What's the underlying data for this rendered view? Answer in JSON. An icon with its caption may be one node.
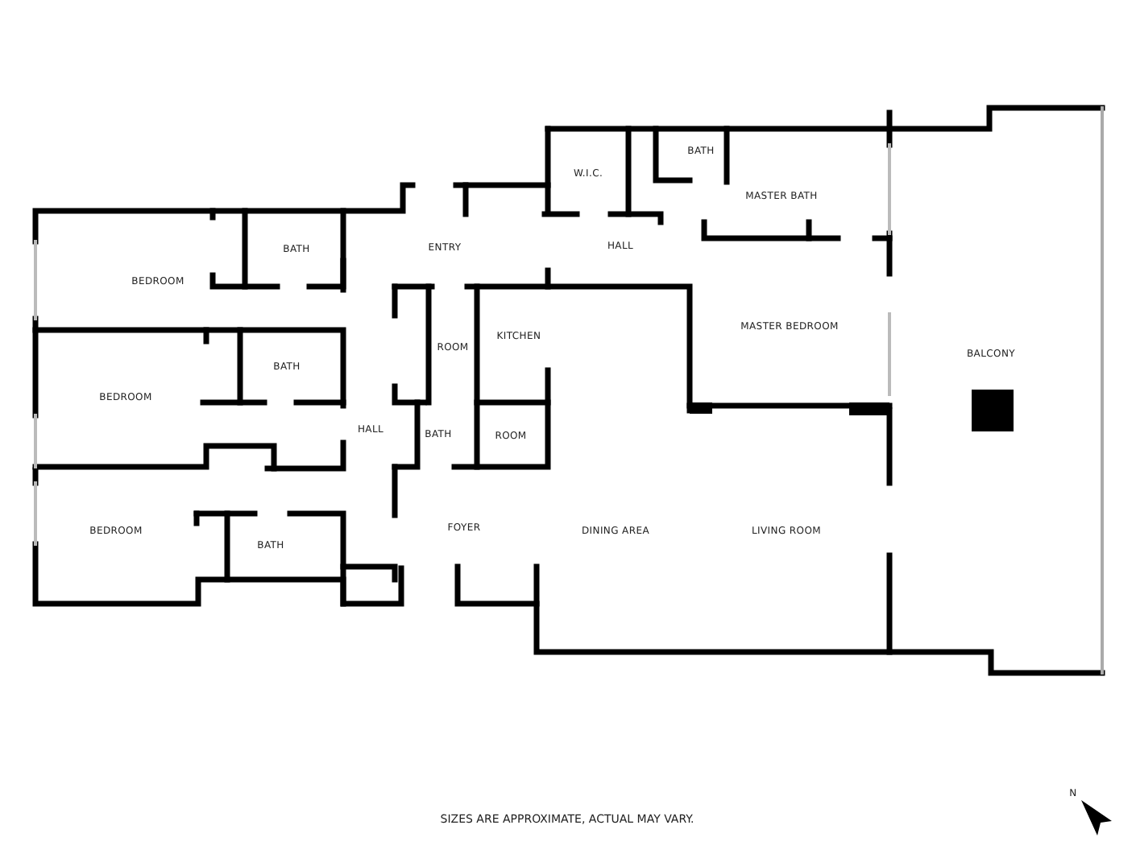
{
  "diagram": {
    "caption": "SIZES ARE APPROXIMATE, ACTUAL MAY VARY.",
    "labels": [
      "BATH",
      "W.I.C.",
      "MASTER BATH",
      "ENTRY",
      "HALL",
      "BATH",
      "BEDROOM",
      "ROOM",
      "KITCHEN",
      "MASTER BEDROOM",
      "BALCONY",
      "BATH",
      "BEDROOM",
      "HALL",
      "BATH",
      "ROOM",
      "BEDROOM",
      "FOYER",
      "DINING AREA",
      "LIVING ROOM",
      "BATH",
      "N"
    ]
  }
}
